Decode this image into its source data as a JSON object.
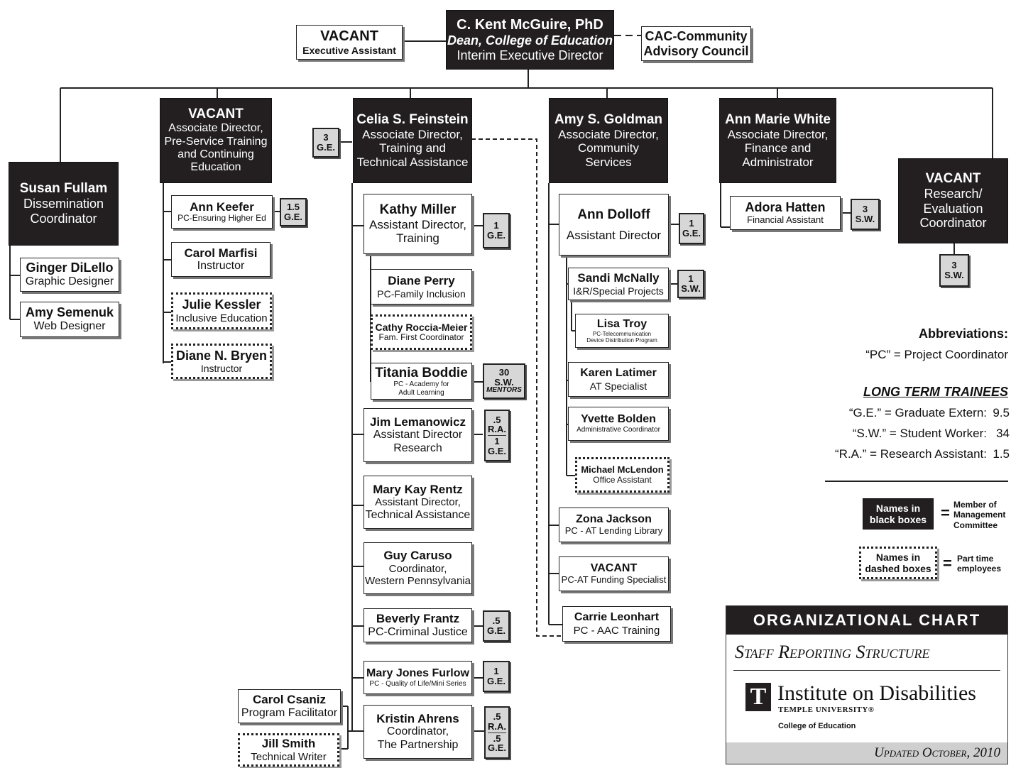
{
  "dean": {
    "name": "C. Kent McGuire, PhD",
    "title": "Dean, College of Education",
    "role": "Interim Executive Director"
  },
  "exec_assistant": {
    "name": "VACANT",
    "title": "Executive Assistant"
  },
  "cac": {
    "line1": "CAC-Community",
    "line2": "Advisory Council"
  },
  "susan": {
    "name": "Susan Fullam",
    "t1": "Dissemination",
    "t2": "Coordinator"
  },
  "ginger": {
    "name": "Ginger DiLello",
    "title": "Graphic Designer"
  },
  "amy_s": {
    "name": "Amy Semenuk",
    "title": "Web Designer"
  },
  "vacant_pre": {
    "name": "VACANT",
    "t1": "Associate Director,",
    "t2": "Pre-Service Training",
    "t3": "and Continuing",
    "t4": "Education"
  },
  "ann_keefer": {
    "name": "Ann Keefer",
    "title": "PC-Ensuring Higher Ed",
    "b1": "1.5",
    "b2": "G.E."
  },
  "carol_marfisi": {
    "name": "Carol Marfisi",
    "title": "Instructor"
  },
  "julie": {
    "name": "Julie Kessler",
    "title": "Inclusive Education"
  },
  "diane_bryen": {
    "name": "Diane N. Bryen",
    "title": "Instructor"
  },
  "celia": {
    "name": "Celia S. Feinstein",
    "t1": "Associate Director,",
    "t2": "Training and",
    "t3": "Technical Assistance",
    "b1": "3",
    "b2": "G.E."
  },
  "kathy": {
    "name": "Kathy Miller",
    "t1": "Assistant Director,",
    "t2": "Training",
    "b1": "1",
    "b2": "G.E."
  },
  "diane_perry": {
    "name": "Diane Perry",
    "title": "PC-Family Inclusion"
  },
  "cathy": {
    "name": "Cathy Roccia-Meier",
    "title": "Fam. First Coordinator"
  },
  "titania": {
    "name": "Titania Boddie",
    "t1": "PC - Academy for",
    "t2": "Adult Learning",
    "b1": "30",
    "b2": "S.W.",
    "b3": "MENTORS"
  },
  "jim": {
    "name": "Jim Lemanowicz",
    "t1": "Assistant Director",
    "t2": "Research",
    "b1": ".5",
    "b2": "R.A.",
    "b3": "1",
    "b4": "G.E."
  },
  "mary_kay": {
    "name": "Mary Kay Rentz",
    "t1": "Assistant Director,",
    "t2": "Technical Assistance"
  },
  "guy": {
    "name": "Guy Caruso",
    "t1": "Coordinator,",
    "t2": "Western Pennsylvania"
  },
  "beverly": {
    "name": "Beverly Frantz",
    "title": "PC-Criminal Justice",
    "b1": ".5",
    "b2": "G.E."
  },
  "mary_jones": {
    "name": "Mary Jones Furlow",
    "title": "PC - Quality of Life/Mini Series",
    "b1": "1",
    "b2": "G.E."
  },
  "kristin": {
    "name": "Kristin Ahrens",
    "t1": "Coordinator,",
    "t2": "The Partnership",
    "b1": ".5",
    "b2": "R.A.",
    "b3": ".5",
    "b4": "G.E."
  },
  "carol_csaniz": {
    "name": "Carol Csaniz",
    "title": "Program Facilitator"
  },
  "jill": {
    "name": "Jill Smith",
    "title": "Technical Writer"
  },
  "amy_g": {
    "name": "Amy S. Goldman",
    "t1": "Associate Director,",
    "t2": "Community",
    "t3": "Services"
  },
  "ann_dolloff": {
    "name": "Ann Dolloff",
    "title": "Assistant Director",
    "b1": "1",
    "b2": "G.E."
  },
  "sandi": {
    "name": "Sandi McNally",
    "title": "I&R/Special Projects",
    "b1": "1",
    "b2": "S.W."
  },
  "lisa": {
    "name": "Lisa Troy",
    "t1": "PC-Telecommunication",
    "t2": "Device Distribution Program"
  },
  "karen": {
    "name": "Karen Latimer",
    "title": "AT Specialist"
  },
  "yvette": {
    "name": "Yvette Bolden",
    "title": "Administrative Coordinator"
  },
  "michael": {
    "name": "Michael McLendon",
    "title": "Office Assistant"
  },
  "zona": {
    "name": "Zona Jackson",
    "title": "PC - AT Lending Library"
  },
  "vacant_at": {
    "name": "VACANT",
    "title": "PC-AT Funding Specialist"
  },
  "carrie": {
    "name": "Carrie Leonhart",
    "title": "PC - AAC Training"
  },
  "ann_white": {
    "name": "Ann Marie White",
    "t1": "Associate Director,",
    "t2": "Finance and",
    "t3": "Administrator"
  },
  "adora": {
    "name": "Adora Hatten",
    "title": "Financial Assistant",
    "b1": "3",
    "b2": "S.W."
  },
  "vacant_research": {
    "name": "VACANT",
    "t1": "Research/",
    "t2": "Evaluation",
    "t3": "Coordinator",
    "b1": "3",
    "b2": "S.W."
  },
  "abbreviations": {
    "heading": "Abbreviations:",
    "pc": "“PC” = Project Coordinator"
  },
  "trainees": {
    "heading": "LONG TERM TRAINEES",
    "rows": [
      {
        "label": "“G.E.” =  Graduate Extern:",
        "value": "9.5"
      },
      {
        "label": "“S.W.”  =  Student Worker:",
        "value": "34"
      },
      {
        "label": "“R.A.” =  Research Assistant:",
        "value": "1.5"
      }
    ]
  },
  "legend": {
    "black_l1": "Names in",
    "black_l2": "black boxes",
    "eq": "=",
    "black_desc": "Member of Management Committee",
    "dashed_l1": "Names in",
    "dashed_l2": "dashed boxes",
    "dashed_desc": "Part time employees"
  },
  "title_block": {
    "title": "ORGANIZATIONAL CHART",
    "subtitle": "Staff Reporting Structure",
    "org": "Institute on Disabilities",
    "univ": "TEMPLE UNIVERSITY®",
    "college": "College of Education",
    "updated": "Updated October, 2010",
    "logo": "T"
  }
}
